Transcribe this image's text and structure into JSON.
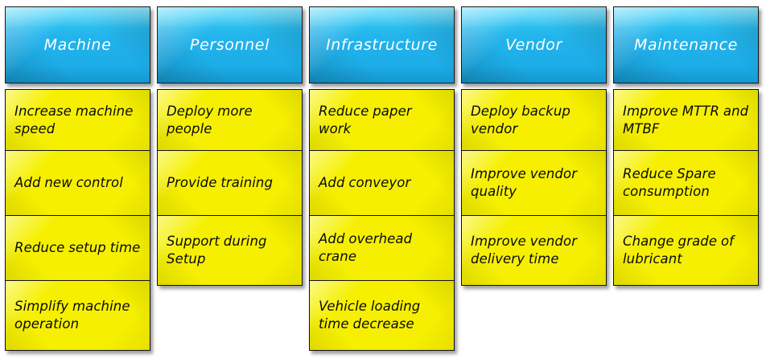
{
  "diagram": {
    "type": "category-action-board",
    "title": "",
    "colors": {
      "header_bg": "#23b4ec",
      "header_text": "#ffffff",
      "card_bg": "#f6f000",
      "card_text": "#0a0a0a",
      "border": "#101010",
      "page_bg": "#ffffff"
    },
    "columns": [
      {
        "header": "Machine",
        "cards": [
          "Increase machine speed",
          "Add new control",
          "Reduce setup time",
          "Simplify machine operation"
        ]
      },
      {
        "header": "Personnel",
        "cards": [
          "Deploy more people",
          "Provide training",
          "Support during Setup"
        ]
      },
      {
        "header": "Infrastructure",
        "cards": [
          "Reduce paper work",
          "Add conveyor",
          "Add overhead crane",
          "Vehicle loading time decrease"
        ]
      },
      {
        "header": "Vendor",
        "cards": [
          "Deploy backup vendor",
          "Improve vendor quality",
          "Improve vendor delivery time"
        ]
      },
      {
        "header": "Maintenance",
        "cards": [
          "Improve MTTR and MTBF",
          "Reduce Spare consumption",
          "Change grade of lubricant"
        ]
      }
    ]
  }
}
